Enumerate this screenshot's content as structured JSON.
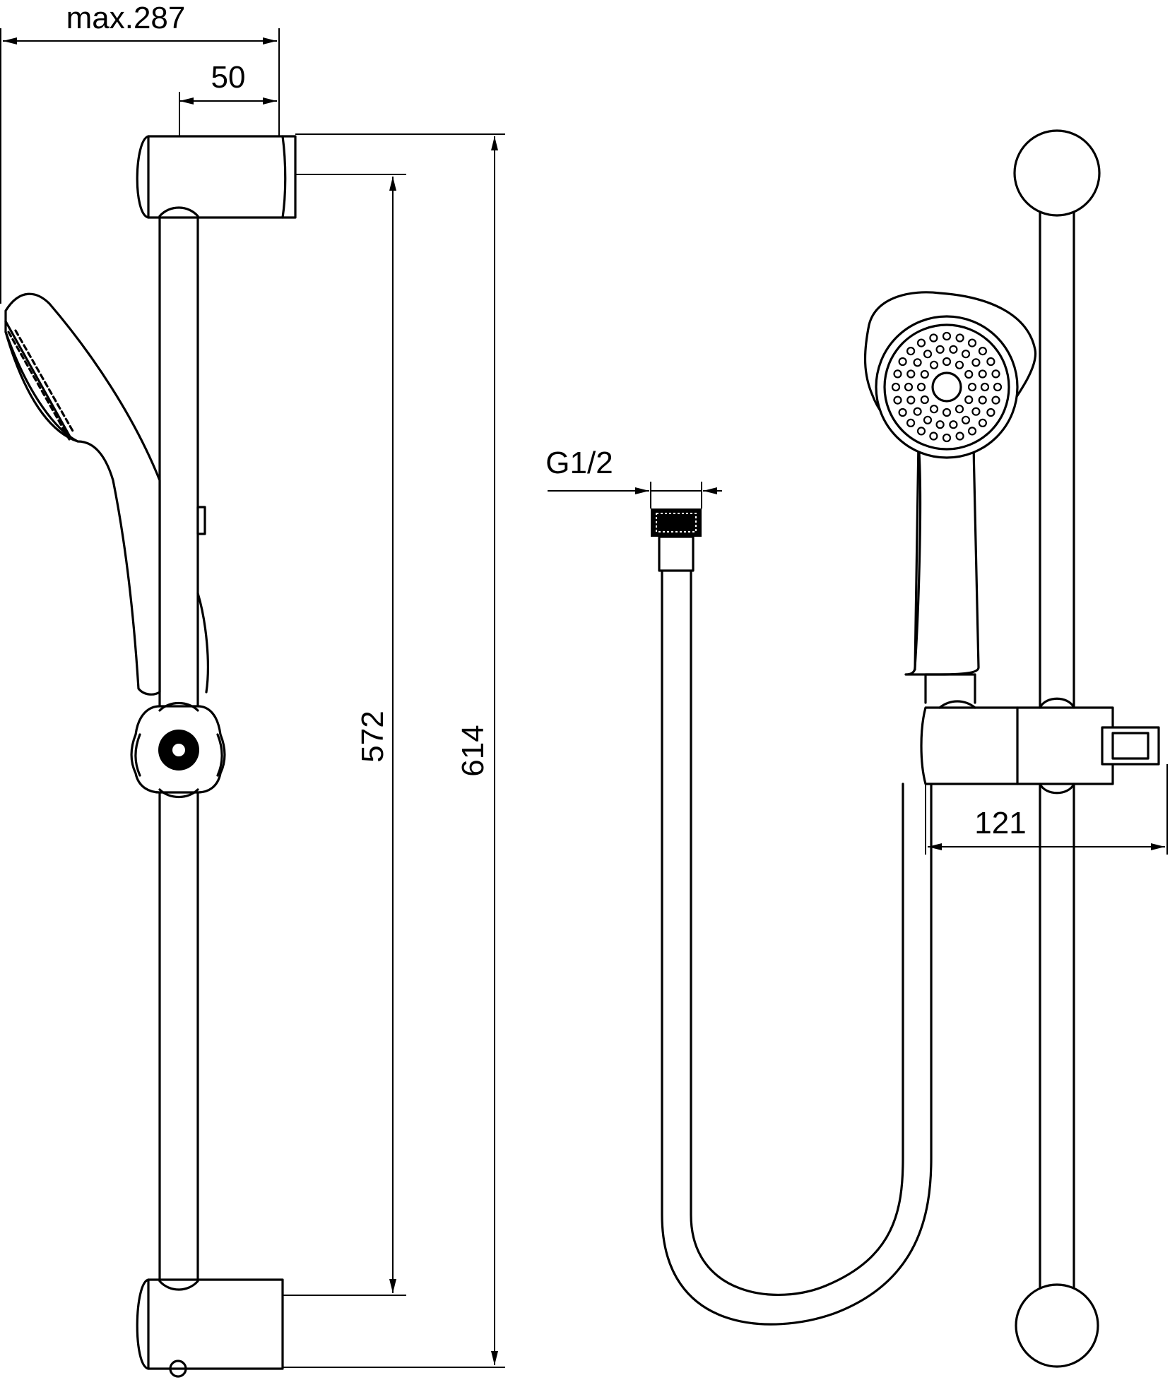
{
  "dimensions": {
    "max_width": "max.287",
    "holder_depth": "50",
    "bracket_spacing": "572",
    "total_height": "614",
    "thread": "G1/2",
    "slider_projection": "121"
  },
  "colors": {
    "line": "#000000",
    "background": "#ffffff"
  }
}
